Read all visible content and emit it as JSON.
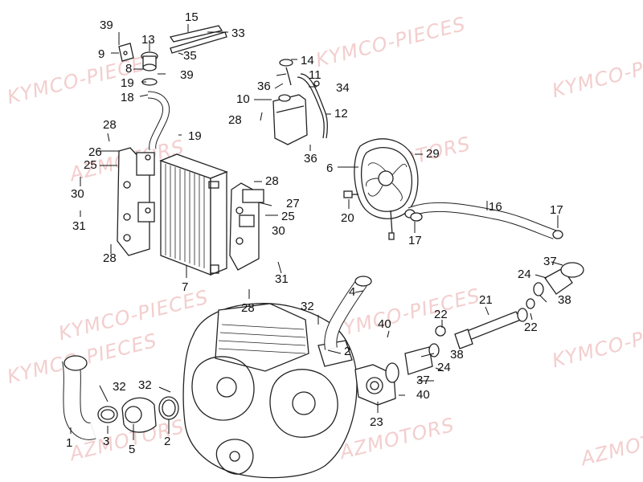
{
  "watermarks": {
    "kymco": "KYMCO-PIECES",
    "azm": "AZMOTORS"
  },
  "callouts": [
    "1",
    "2",
    "3",
    "4",
    "5",
    "6",
    "7",
    "8",
    "9",
    "10",
    "11",
    "12",
    "13",
    "14",
    "15",
    "16",
    "17",
    "18",
    "19",
    "20",
    "21",
    "22",
    "23",
    "24",
    "25",
    "26",
    "27",
    "28",
    "29",
    "30",
    "31",
    "32",
    "33",
    "34",
    "35",
    "36",
    "37",
    "38",
    "39",
    "40"
  ]
}
